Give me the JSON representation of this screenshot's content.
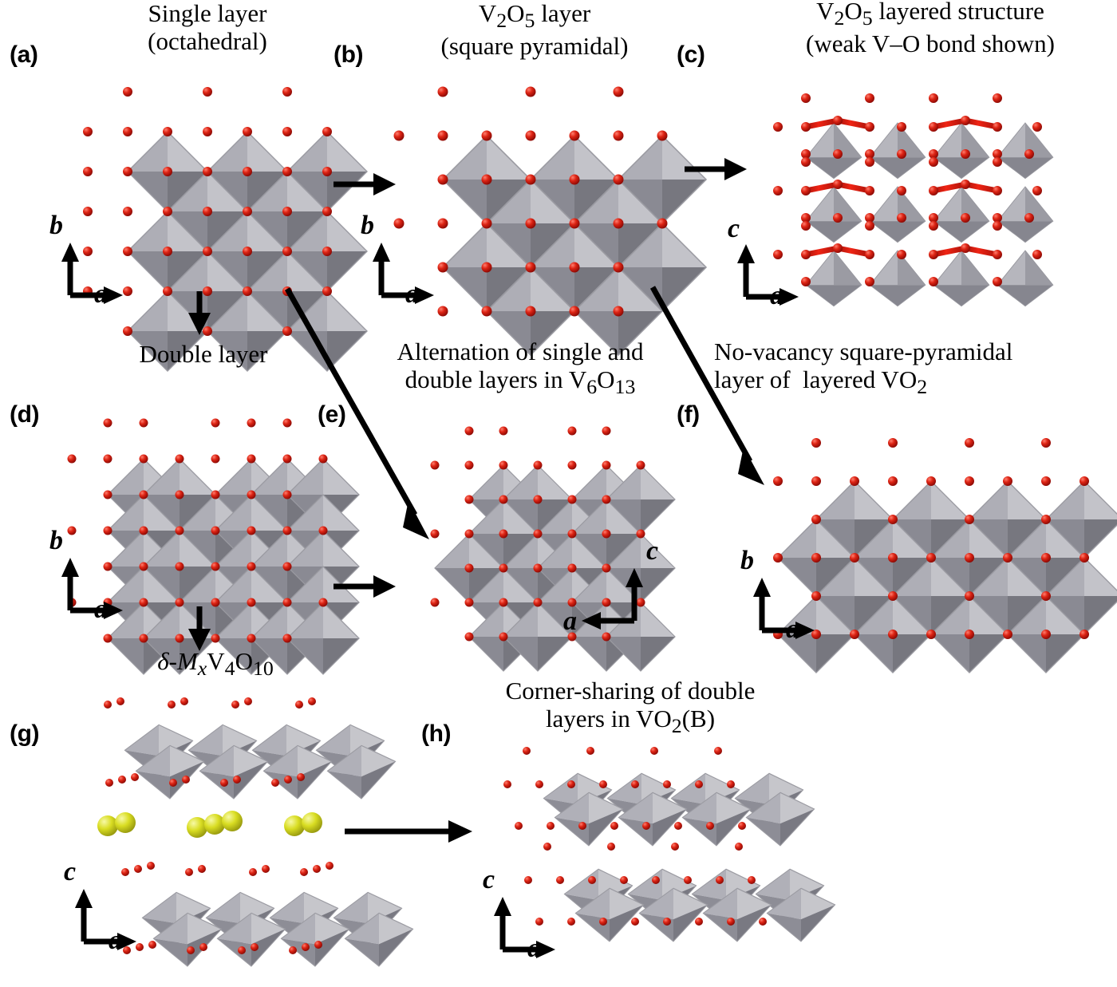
{
  "figure": {
    "type": "crystal-structure-diagram",
    "subject": "Structural relationships among layered vanadium oxides",
    "background_color": "#ffffff",
    "colors": {
      "polyhedron_light": "#b9b9bf",
      "polyhedron_mid": "#9a9aa2",
      "polyhedron_dark": "#7b7b84",
      "polyhedron_edge": "#8e8e96",
      "oxygen_atom": "#cc1414",
      "oxygen_highlight": "#ff6a5a",
      "cation_atom": "#d8dc20",
      "cation_highlight": "#f2f58a",
      "bond_red": "#e01b10",
      "text": "#000000"
    }
  },
  "panels": [
    {
      "id": "a",
      "letter": "(a)",
      "caption_lines": [
        "Single layer",
        "(octahedral)"
      ],
      "caption_html": "Single layer<br>(octahedral)",
      "axes": {
        "vertical": "b",
        "horizontal": "a",
        "horizontal_dir": "right"
      },
      "structure": "single-layer-octahedral"
    },
    {
      "id": "b",
      "letter": "(b)",
      "caption_lines": [
        "V2O5 layer",
        "(square pyramidal)"
      ],
      "caption_html": "V<sub>2</sub>O<sub>5</sub> layer<br>(square pyramidal)",
      "axes": {
        "vertical": "b",
        "horizontal": "a",
        "horizontal_dir": "right"
      },
      "structure": "v2o5-square-pyramidal-layer"
    },
    {
      "id": "c",
      "letter": "(c)",
      "caption_lines": [
        "V2O5 layered structure",
        "(weak V–O bond shown)"
      ],
      "caption_html": "V<sub>2</sub>O<sub>5</sub> layered structure<br>(weak V&#8211;O bond shown)",
      "axes": {
        "vertical": "c",
        "horizontal": "a",
        "horizontal_dir": "right"
      },
      "structure": "v2o5-layered-with-weak-bonds"
    },
    {
      "id": "d",
      "letter": "(d)",
      "caption_lines": [
        "Double layer"
      ],
      "caption_html": "Double layer",
      "axes": {
        "vertical": "b",
        "horizontal": "a",
        "horizontal_dir": "right"
      },
      "structure": "double-layer"
    },
    {
      "id": "e",
      "letter": "(e)",
      "caption_lines": [
        "Alternation of single and",
        "double layers in V6O13"
      ],
      "caption_html": "Alternation of single and<br>double layers in V<sub>6</sub>O<sub>13</sub>",
      "axes": {
        "vertical": "c",
        "horizontal": "a",
        "horizontal_dir": "left"
      },
      "structure": "v6o13-alternating-layers"
    },
    {
      "id": "f",
      "letter": "(f)",
      "caption_lines": [
        "No-vacancy square-pyramidal",
        "layer of  layered VO2"
      ],
      "caption_html": "No-vacancy square-pyramidal<br>layer of&nbsp; layered VO<sub>2</sub>",
      "axes": {
        "vertical": "b",
        "horizontal": "a",
        "horizontal_dir": "right"
      },
      "structure": "no-vacancy-square-pyramidal-layer"
    },
    {
      "id": "g",
      "letter": "(g)",
      "caption_lines": [
        "δ-MxV4O10"
      ],
      "caption_html": "<span class=\"ital\">&#948;</span>-<span class=\"ital\">M</span><sub><span class=\"ital\">x</span></sub>V<sub>4</sub>O<sub>10</sub>",
      "axes": {
        "vertical": "c",
        "horizontal": "a",
        "horizontal_dir": "right"
      },
      "structure": "delta-MxV4O10-bilayer-with-interlayer-cations"
    },
    {
      "id": "h",
      "letter": "(h)",
      "caption_lines": [
        "Corner-sharing of double",
        "layers in VO2(B)"
      ],
      "caption_html": "Corner-sharing of double<br>layers in VO<sub>2</sub>(B)",
      "axes": {
        "vertical": "c",
        "horizontal": "a",
        "horizontal_dir": "right"
      },
      "structure": "vo2B-corner-sharing-double-layers"
    }
  ],
  "arrows": [
    {
      "name": "a-to-b",
      "from": "a",
      "to": "b",
      "direction": "right"
    },
    {
      "name": "b-to-c",
      "from": "b",
      "to": "c",
      "direction": "right"
    },
    {
      "name": "a-to-d",
      "from": "a",
      "to": "d",
      "direction": "down"
    },
    {
      "name": "a-to-e",
      "from": "a",
      "to": "e",
      "direction": "down-right"
    },
    {
      "name": "b-to-f",
      "from": "b",
      "to": "f",
      "direction": "down-right"
    },
    {
      "name": "d-to-e",
      "from": "d",
      "to": "e",
      "direction": "right"
    },
    {
      "name": "d-to-g",
      "from": "d",
      "to": "g",
      "direction": "down"
    },
    {
      "name": "g-to-h",
      "from": "g",
      "to": "h",
      "direction": "right"
    }
  ]
}
